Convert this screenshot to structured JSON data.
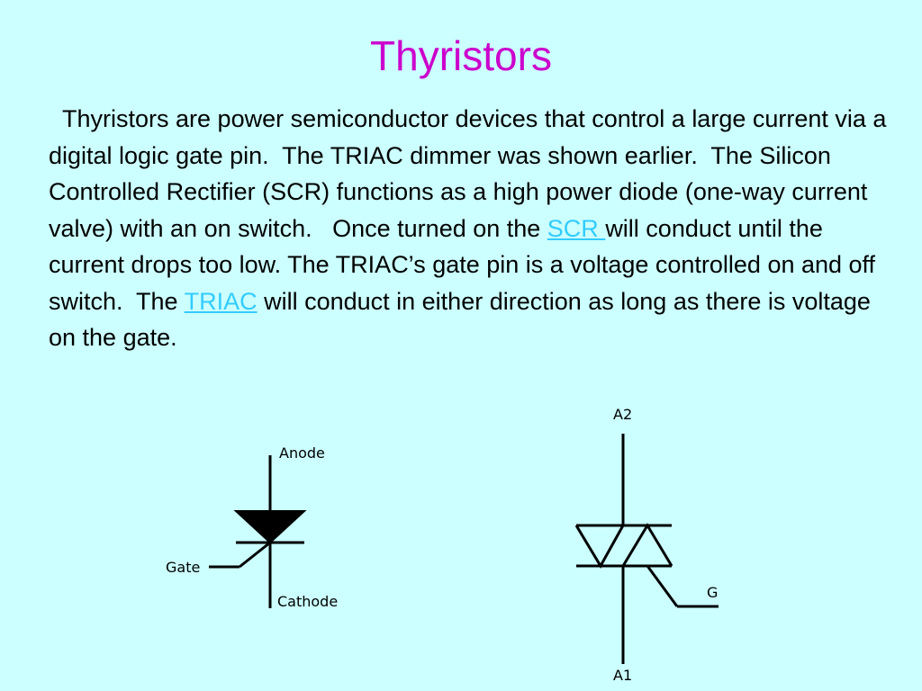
{
  "slide": {
    "title": "Thyristors",
    "paragraph": {
      "part1": "  Thyristors are power semiconductor devices that control a large current via a digital logic gate pin.  The TRIAC dimmer was shown earlier.  The Silicon Controlled Rectifier (SCR) functions as a high power diode (one-way current valve) with an on switch.   Once turned on the ",
      "link_scr": "SCR ",
      "part2": "will conduct until the current drops too low. The TRIAC’s gate pin is a voltage controlled on and off switch.  The ",
      "link_triac": "TRIAC",
      "part3": " will conduct in either direction as long as there is voltage on the gate."
    }
  },
  "scr_diagram": {
    "label_anode": "Anode",
    "label_gate": "Gate",
    "label_cathode": "Cathode"
  },
  "triac_diagram": {
    "label_a2": "A2",
    "label_a1": "A1",
    "label_g": "G"
  },
  "colors": {
    "background": "#ccffff",
    "title": "#cc00cc",
    "link": "#33ccff",
    "text": "#000000"
  }
}
